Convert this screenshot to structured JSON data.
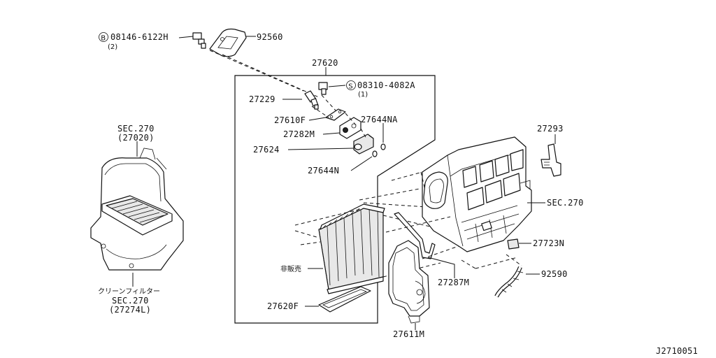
{
  "diagram": {
    "callouts": {
      "bolt_code": "08146-6122H",
      "bolt_qty": "(2)",
      "bolt_marker": "B",
      "gasket": "92560",
      "valve_assy": "27620",
      "screw_code": "08310-4082A",
      "screw_qty": "(1)",
      "screw_marker": "S",
      "p27229": "27229",
      "p27610f": "27610F",
      "p27644na": "27644NA",
      "p27282m": "27282M",
      "p27624": "27624",
      "p27644n": "27644N",
      "sec_top_a": "SEC.270",
      "sec_top_b": "(27020)",
      "p27293": "27293",
      "sec_right": "SEC.270",
      "p27723n": "27723N",
      "hinanbai": "非販売",
      "p92590": "92590",
      "p27287m": "27287M",
      "filter_jp": "クリーンフィルター",
      "sec_bot_a": "SEC.270",
      "sec_bot_b": "(27274L)",
      "p27620f": "27620F",
      "p27611m": "27611M",
      "drawing_no": "J2710051"
    }
  }
}
